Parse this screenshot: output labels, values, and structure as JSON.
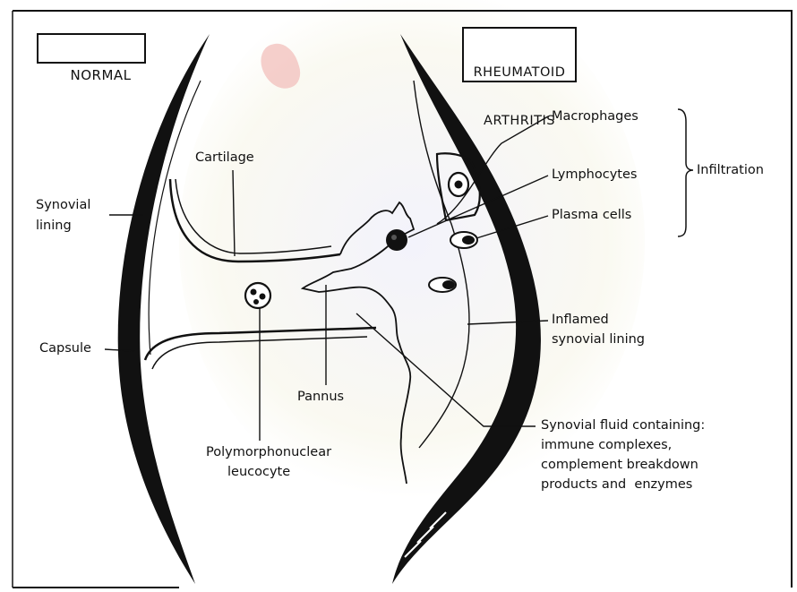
{
  "panels": {
    "normal_title": "NORMAL",
    "ra_title_line1": "RHEUMATOID",
    "ra_title_line2": "ARTHRITIS"
  },
  "normal_labels": {
    "cartilage": "Cartilage",
    "synovial_lining_line1": "Synovial",
    "synovial_lining_line2": "lining",
    "capsule": "Capsule",
    "pmn_line1": "Polymorphonuclear",
    "pmn_line2": "leucocyte"
  },
  "shared_labels": {
    "pannus": "Pannus"
  },
  "ra_labels": {
    "macrophages": "Macrophages",
    "lymphocytes": "Lymphocytes",
    "plasma_cells": "Plasma cells",
    "infiltration": "Infiltration",
    "inflamed_line1": "Inflamed",
    "inflamed_line2": "synovial lining",
    "fluid_line1": "Synovial fluid containing:",
    "fluid_line2": "immune complexes,",
    "fluid_line3": "complement breakdown",
    "fluid_line4": "products and  enzymes"
  },
  "watermark": {
    "colors": [
      "#c9c9ee",
      "#e8e2a8",
      "#f3c3bf"
    ]
  }
}
